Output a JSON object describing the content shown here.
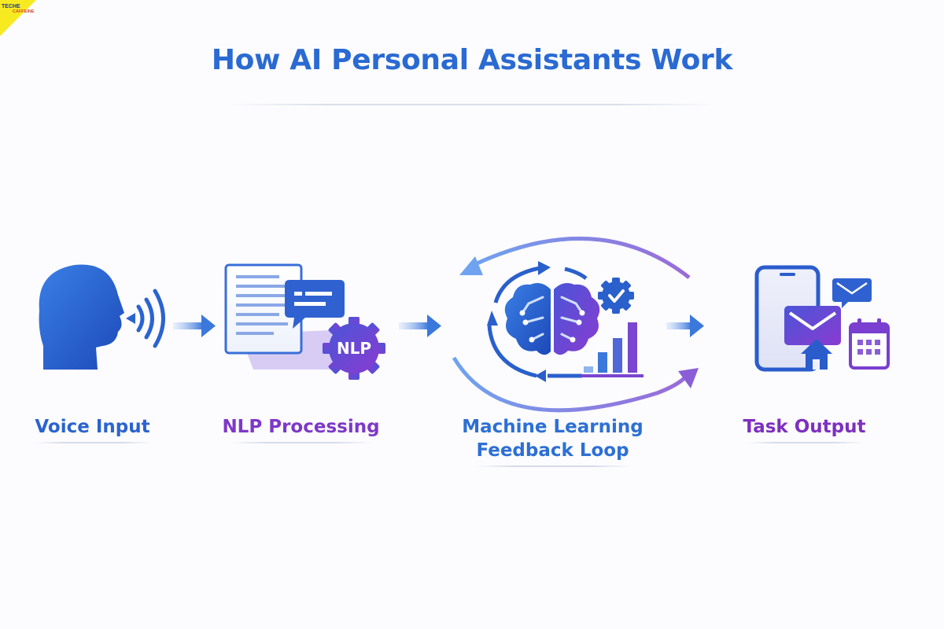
{
  "brand": {
    "line1": "TECHE",
    "line2": "CAFFEINE"
  },
  "title": "How AI Personal Assistants Work",
  "steps": [
    {
      "label": "Voice Input",
      "icon": "head-speaking-icon",
      "color": "#2b63cf"
    },
    {
      "label": "NLP Processing",
      "icon": "document-chat-gear-icon",
      "badge": "NLP",
      "color": "#7e38c8"
    },
    {
      "label_line1": "Machine Learning",
      "label_line2": "Feedback Loop",
      "icon": "brain-loop-icon",
      "color": "#2d6fd4"
    },
    {
      "label": "Task Output",
      "icon": "phone-mail-home-calendar-icon",
      "color": "#7e2fc0"
    }
  ],
  "colors": {
    "blue": "#2b63cf",
    "purple": "#7a3ccb",
    "title": "#2a6ad2"
  }
}
